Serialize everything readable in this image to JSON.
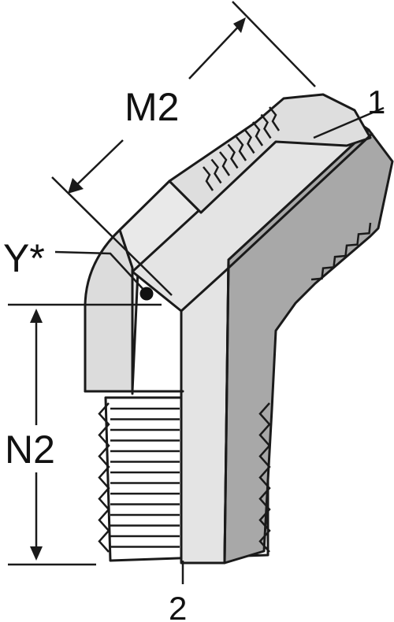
{
  "labels": {
    "m2": "M2",
    "n2": "N2",
    "y": "Y*",
    "port1": "1",
    "port2": "2"
  },
  "colors": {
    "outline": "#1a1a1a",
    "face_light": "#ededed",
    "face_mid": "#d7d7d7",
    "face_dark": "#a9a9a9",
    "face_darker": "#8e8e8e"
  }
}
